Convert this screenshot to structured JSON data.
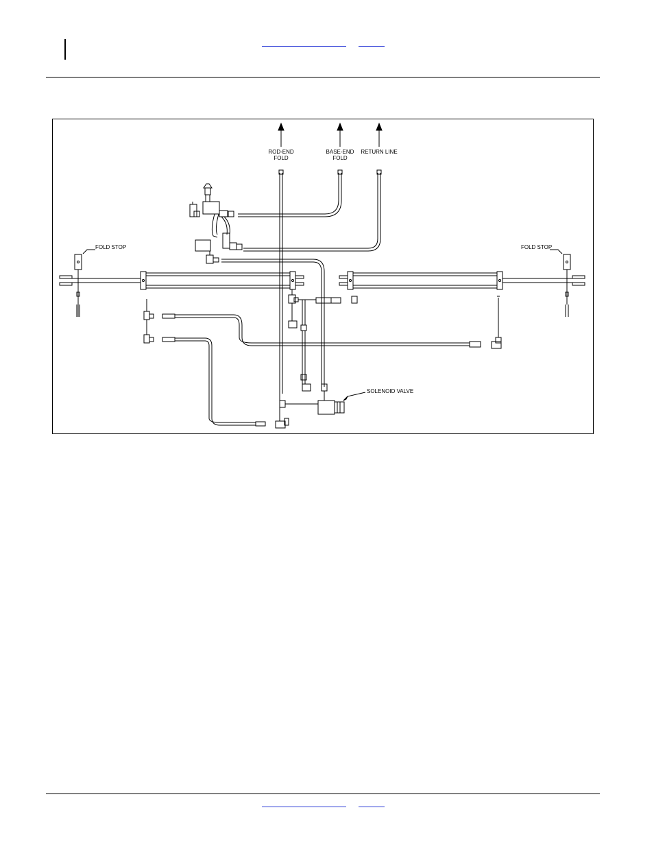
{
  "header": {
    "link_1": "",
    "link_2": ""
  },
  "footer": {
    "link_1": "",
    "link_2": ""
  },
  "diagram": {
    "label_rod_end_fold": [
      "ROD-END",
      "FOLD"
    ],
    "label_base_end_fold": [
      "BASE-END",
      "FOLD"
    ],
    "label_return_line": "RETURN LINE",
    "label_fold_stop_left": "FOLD STOP",
    "label_fold_stop_right": "FOLD STOP",
    "label_solenoid_valve": "SOLENOID VALVE"
  },
  "colors": {
    "link": "#2b3ad6",
    "line": "#000000"
  }
}
